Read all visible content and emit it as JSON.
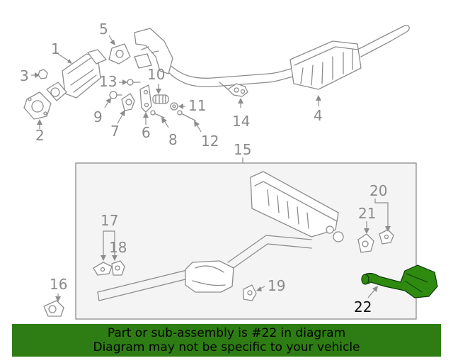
{
  "labels": {
    "l1": "1",
    "l2": "2",
    "l3": "3",
    "l4": "4",
    "l5": "5",
    "l6": "6",
    "l7": "7",
    "l8": "8",
    "l9": "9",
    "l10": "10",
    "l11": "11",
    "l12": "12",
    "l13": "13",
    "l14": "14",
    "l15": "15",
    "l16": "16",
    "l17": "17",
    "l18": "18",
    "l19": "19",
    "l20": "20",
    "l21": "21",
    "l22": "22"
  },
  "banner": {
    "line1": "Part or sub-assembly is #22 in diagram",
    "line2": "Diagram may not be specific to your vehicle"
  },
  "colors": {
    "highlight_part": "#2e8b10",
    "banner_bg": "#2e7d14",
    "line_art": "#8d8d8d"
  }
}
